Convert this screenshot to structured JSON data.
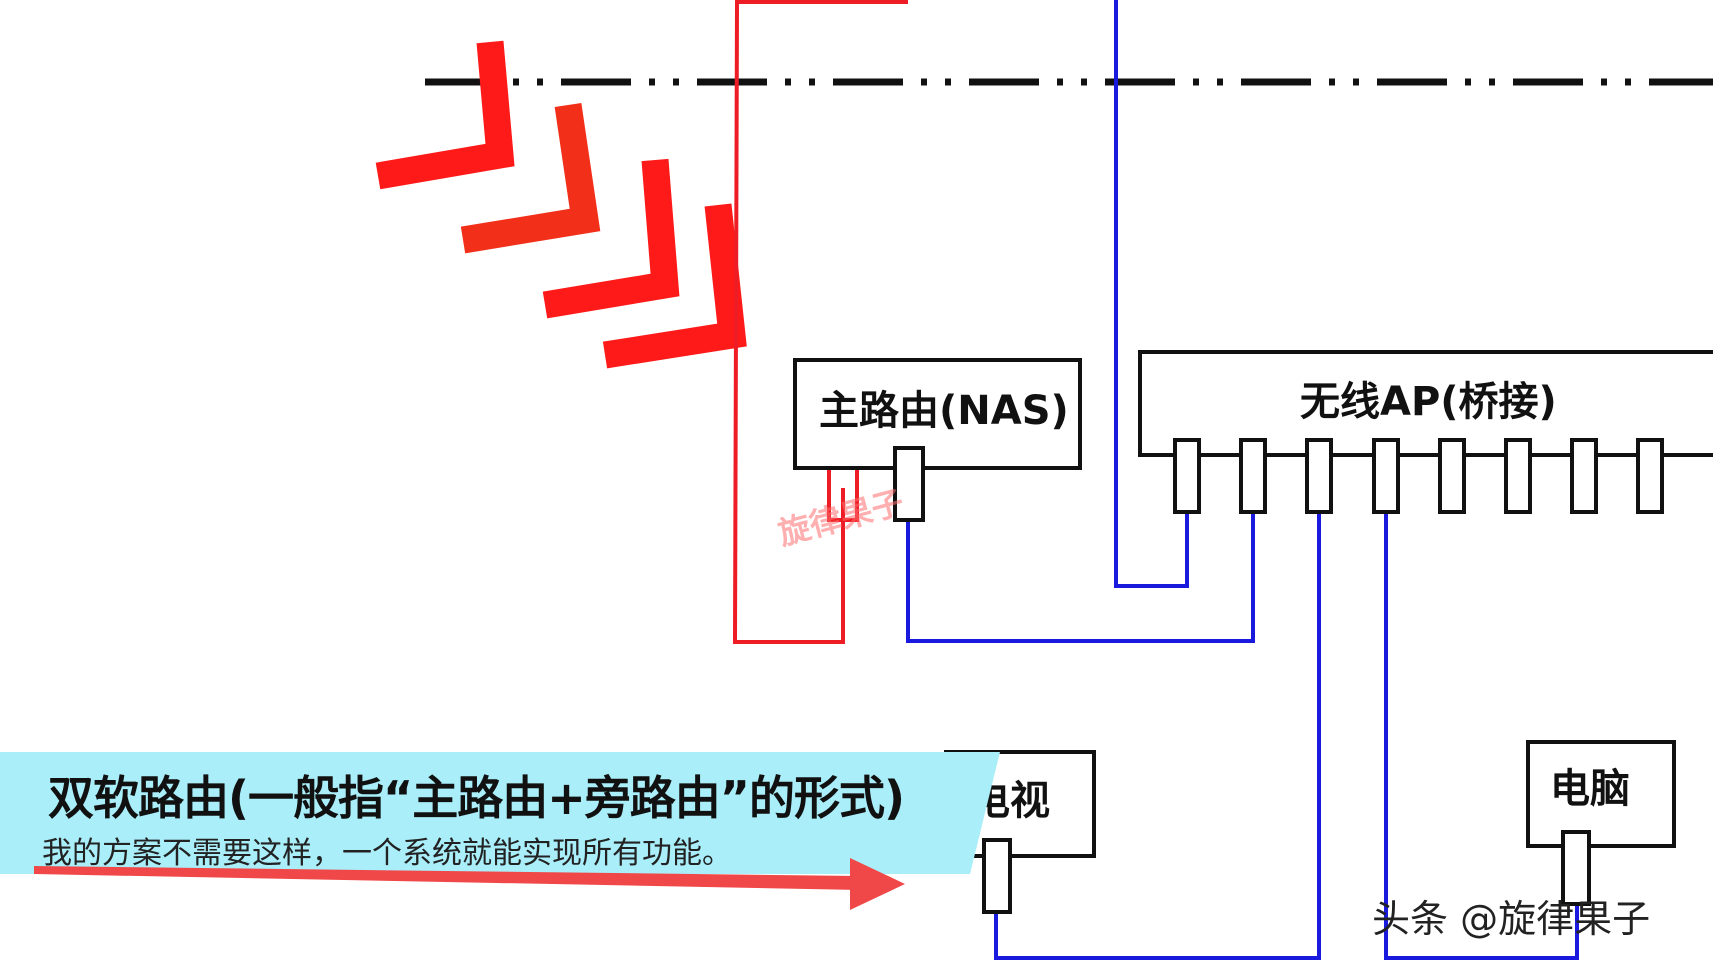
{
  "boxes": {
    "main_router": "主路由(NAS)",
    "wireless_ap": "无线AP(桥接)",
    "tv": "电视",
    "computer": "电脑"
  },
  "watermark": "旋律果子",
  "caption": {
    "title": "双软路由(一般指“主路由+旁路由”的形式)",
    "subtitle": "我的方案不需要这样，一个系统就能实现所有功能。"
  },
  "credit": "头条 @旋律果子",
  "colors": {
    "red_line": "#ee1c24",
    "blue_line": "#1a1adf",
    "caption_bg": "#a9eef9",
    "arrow_red": "#f04848",
    "chevron_red": "#ff1010"
  }
}
